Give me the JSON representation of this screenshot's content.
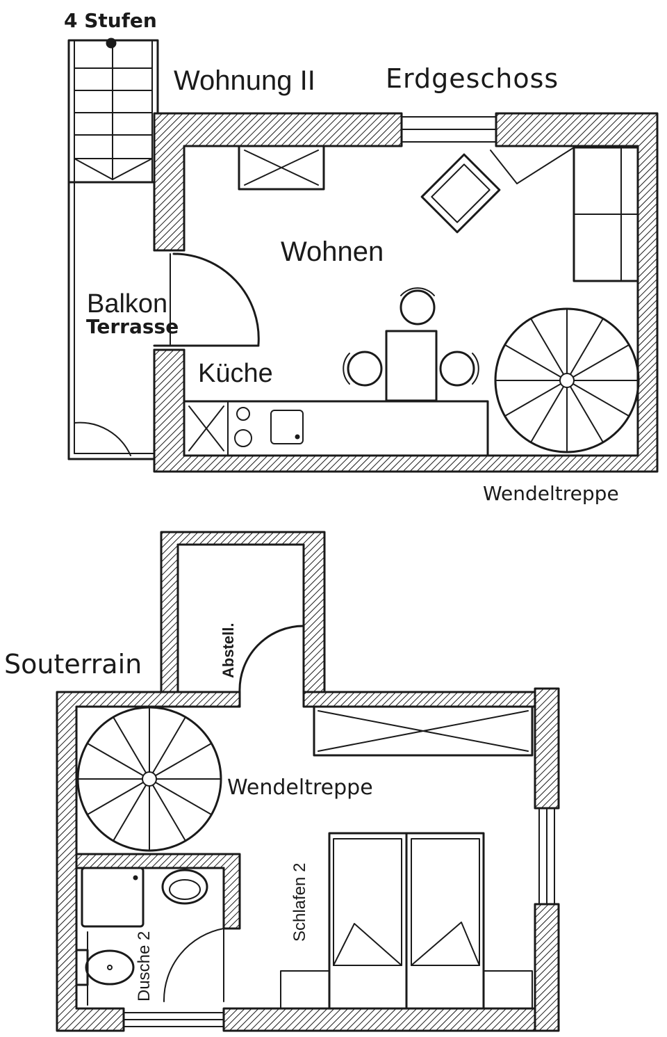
{
  "labels": {
    "stufen": "4 Stufen",
    "wohnung": "Wohnung II",
    "erdgeschoss": "Erdgeschoss",
    "wohnen": "Wohnen",
    "balkon": "Balkon",
    "terrasse": "Terrasse",
    "kueche": "Küche",
    "wendeltreppe_eg": "Wendeltreppe",
    "souterrain": "Souterrain",
    "abstell": "Abstell.",
    "wendeltreppe_ug": "Wendeltreppe",
    "schlafen": "Schlafen 2",
    "dusche": "Dusche 2"
  },
  "colors": {
    "ink": "#1a1a1a",
    "background": "#ffffff"
  }
}
